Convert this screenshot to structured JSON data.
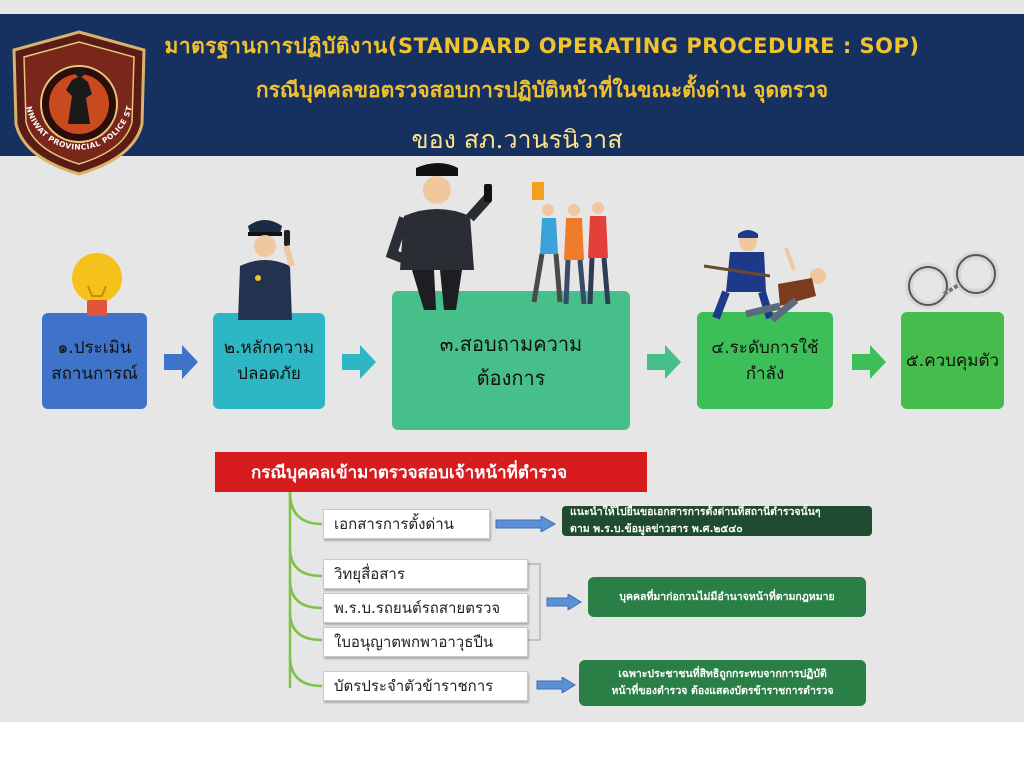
{
  "header": {
    "title_line1": "มาตรฐานการปฏิบัติงาน(STANDARD  OPERATING PROCEDURE : SOP)",
    "title_line2": "กรณีบุคคลขอตรวจสอบการปฏิบัติหน้าที่ในขณะตั้งด่าน  จุดตรวจ",
    "title_line3": "ของ สภ.วานรนิวาส",
    "logo_text": "WANONNIWAT PROVINCIAL POLICE STATION"
  },
  "steps": [
    {
      "label": "๑.ประเมิน\nสถานการณ์",
      "color": "#3e73c9"
    },
    {
      "label": "๒.หลักความ\nปลอดภัย",
      "color": "#2db7c4"
    },
    {
      "label": "๓.สอบถามความ\nต้องการ",
      "color": "#47bf8b"
    },
    {
      "label": "๔.ระดับการใช้\nกำลัง",
      "color": "#3cbf58"
    },
    {
      "label": "๕.ควบคุมตัว",
      "color": "#45bd4c"
    }
  ],
  "banner": {
    "label": "กรณีบุคคลเข้ามาตรวจสอบเจ้าหน้าที่ตำรวจ"
  },
  "documents": [
    {
      "label": "เอกสารการตั้งด่าน"
    },
    {
      "label": "วิทยุสื่อสาร"
    },
    {
      "label": "พ.ร.บ.รถยนต์รถสายตรวจ"
    },
    {
      "label": "ใบอนุญาตพกพาอาวุธปืน"
    },
    {
      "label": "บัตรประจำตัวข้าราชการ"
    }
  ],
  "notes": [
    {
      "label": "แนะนำให้ไปยื่นขอเอกสารการตั้งด่านที่สถานีตำรวจนั้นๆ\nตาม พ.ร.บ.ข้อมูลข่าวสาร พ.ศ.๒๕๔๐"
    },
    {
      "label": "บุคคลที่มาก่อกวนไม่มีอำนาจหน้าที่ตามกฎหมาย"
    },
    {
      "label": "เฉพาะประชาชนที่สิทธิถูกกระทบจากการปฏิบัติ\nหน้าที่ของตำรวจ ต้องแสดงบัตรข้าราชการตำรวจ"
    }
  ],
  "colors": {
    "header_bg": "#16305f",
    "title": "#f2c12e",
    "banner": "#d71b1e",
    "note": "#2a7f46"
  }
}
